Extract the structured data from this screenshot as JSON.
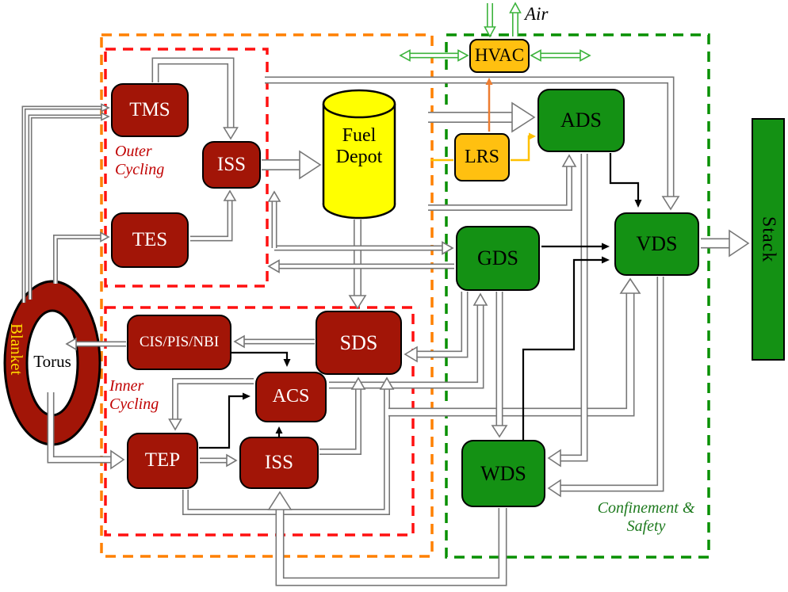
{
  "nodes": {
    "torus": {
      "label": "Torus"
    },
    "blanket": {
      "label": "Blanket"
    },
    "tms": {
      "label": "TMS"
    },
    "iss_outer": {
      "label": "ISS"
    },
    "tes": {
      "label": "TES"
    },
    "fuel_depot": {
      "label": "Fuel Depot"
    },
    "hvac": {
      "label": "HVAC"
    },
    "lrs": {
      "label": "LRS"
    },
    "ads": {
      "label": "ADS"
    },
    "gds": {
      "label": "GDS"
    },
    "vds": {
      "label": "VDS"
    },
    "stack": {
      "label": "Stack"
    },
    "sds": {
      "label": "SDS"
    },
    "cis_pis_nbi": {
      "label": "CIS/PIS/NBI"
    },
    "acs": {
      "label": "ACS"
    },
    "tep": {
      "label": "TEP"
    },
    "iss_inner": {
      "label": "ISS"
    },
    "wds": {
      "label": "WDS"
    }
  },
  "regions": {
    "outer_cycling": {
      "label": "Outer Cycling"
    },
    "inner_cycling": {
      "label": "Inner Cycling"
    },
    "confinement": {
      "label": "Confinement & Safety"
    },
    "air": {
      "label": "Air"
    }
  },
  "colors": {
    "box_dark_red": "#A21507",
    "box_green": "#149114",
    "box_amber": "#FFC010",
    "cyl_yellow": "#FFFF00",
    "dash_orange": "#FF8000",
    "dash_red": "#FF1010",
    "dash_green": "#089000",
    "tube_stroke": "#777777",
    "green_arrow": "#3DB33D",
    "orange_arrow": "#ED7D31",
    "yellow_arrow": "#FFC000",
    "label_red": "#C00000",
    "label_green": "#1E7A1E",
    "blanket_yellow": "#FFD900"
  }
}
